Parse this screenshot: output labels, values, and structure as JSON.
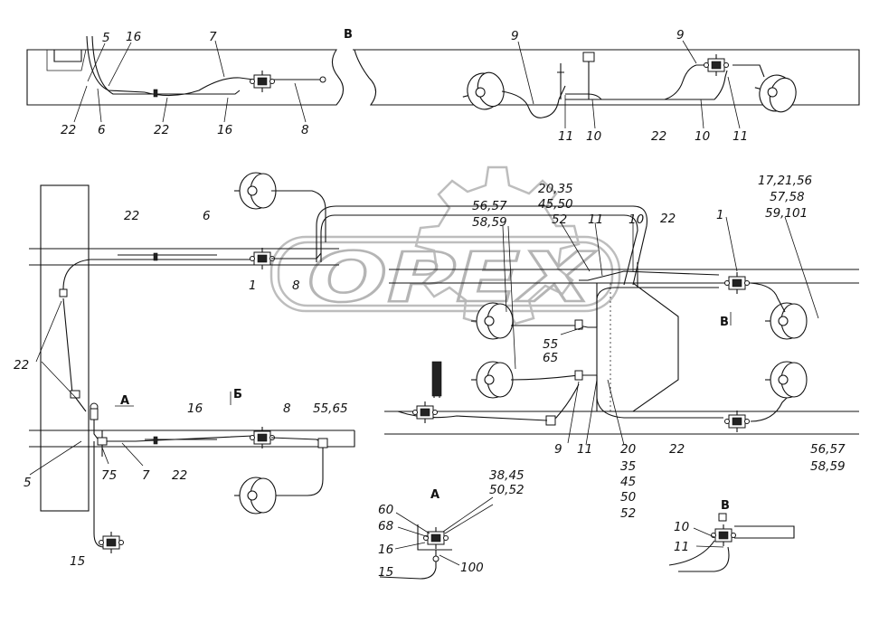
{
  "view_labels": {
    "b_top": "В",
    "a_main": "А",
    "b_main": "Б",
    "b_side": "В",
    "a_detail": "А",
    "b_detail": "В"
  },
  "watermark": {
    "text": "OPEX"
  },
  "callouts": {
    "top_left": [
      "5",
      "16",
      "7",
      "22",
      "6",
      "22",
      "16",
      "8"
    ],
    "top_right": [
      "9",
      "9",
      "11",
      "10",
      "22",
      "10",
      "11"
    ],
    "main_left": [
      "22",
      "6",
      "1",
      "8",
      "22",
      "16",
      "8",
      "55,65",
      "5",
      "75",
      "7",
      "22",
      "15"
    ],
    "main_center": [
      "20,35",
      "45,50",
      "56,57",
      "58,59",
      "52",
      "11",
      "10",
      "22",
      "55",
      "65",
      "9",
      "11"
    ],
    "center_stack": [
      "20",
      "35",
      "45",
      "50",
      "52"
    ],
    "main_right": [
      "17,21,56",
      "57,58",
      "59,101",
      "1",
      "22",
      "56,57",
      "58,59"
    ],
    "detail_a": [
      "38,45",
      "50,52",
      "60",
      "68",
      "16",
      "100",
      "15"
    ],
    "detail_b": [
      "10",
      "11"
    ]
  }
}
